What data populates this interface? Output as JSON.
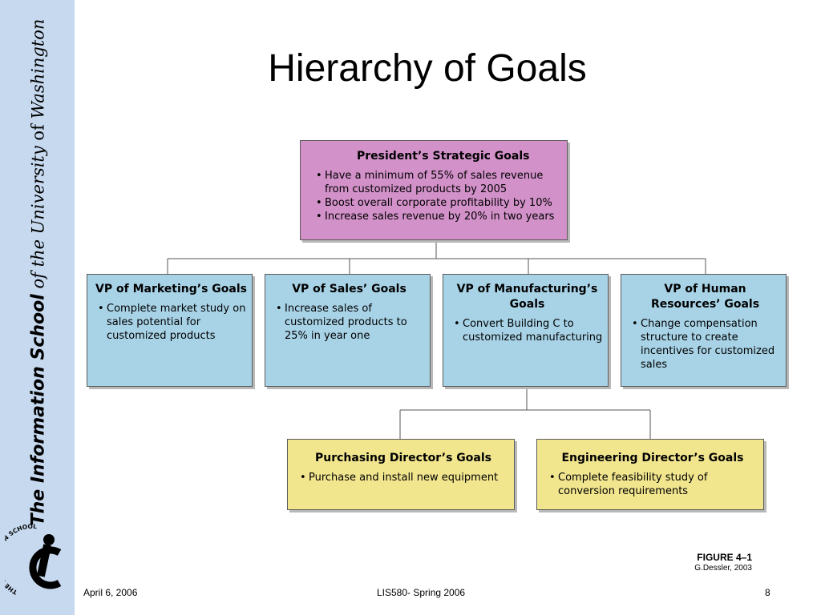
{
  "sidebar": {
    "text_part1": "The Information School",
    "text_part2": "of",
    "text_part3": "the University",
    "text_part4": "of",
    "text_part5": "Washington",
    "logo_text": "THE INFORMATION SCHOOL"
  },
  "slide": {
    "title": "Hierarchy of Goals",
    "figure_label": "FIGURE 4–1",
    "figure_credit": "G.Dessler, 2003"
  },
  "diagram": {
    "president": {
      "title": "President’s Strategic Goals",
      "items": [
        "Have a minimum of 55% of sales revenue from customized products by 2005",
        "Boost overall corporate profitability by 10%",
        "Increase sales revenue by 20% in two years"
      ]
    },
    "vps": [
      {
        "title": "VP of Marketing’s Goals",
        "items": [
          "Complete market study on sales potential for customized products"
        ]
      },
      {
        "title": "VP of Sales’ Goals",
        "items": [
          "Increase sales of customized products to 25% in year one"
        ]
      },
      {
        "title": "VP of Manufacturing’s Goals",
        "items": [
          "Convert Building C to customized manufacturing"
        ]
      },
      {
        "title": "VP of Human Resources’ Goals",
        "items": [
          "Change compensation structure to create incentives for customized sales"
        ]
      }
    ],
    "directors": [
      {
        "title": "Purchasing Director’s Goals",
        "items": [
          "Purchase and install new equipment"
        ]
      },
      {
        "title": "Engineering Director’s Goals",
        "items": [
          "Complete feasibility study of conversion requirements"
        ]
      }
    ]
  },
  "footer": {
    "date": "April 6, 2006",
    "course": "LIS580- Spring 2006",
    "page": "8"
  },
  "colors": {
    "sidebar": "#c6d9ef",
    "president_box": "#d291c9",
    "vp_box": "#a8d3e7",
    "director_box": "#f1e58e"
  }
}
